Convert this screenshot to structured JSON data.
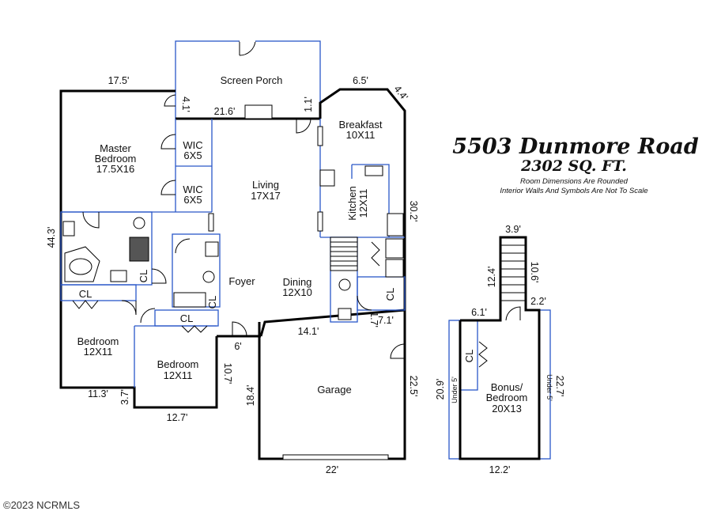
{
  "header": {
    "address": "5503 Dunmore Road",
    "sqft": "2302 SQ. FT.",
    "note_line1": "Room Dimensions Are Rounded",
    "note_line2": "Interior Walls And Symbols Are Not To Scale"
  },
  "rooms": {
    "screen_porch": "Screen Porch",
    "master_line1": "Master",
    "master_line2": "Bedroom",
    "master_size": "17.5X16",
    "wic": "WIC",
    "wic1_size": "6X5",
    "wic2_size": "6X5",
    "living": "Living",
    "living_size": "17X17",
    "breakfast": "Breakfast",
    "breakfast_size": "10X11",
    "kitchen": "Kitchen",
    "kitchen_size": "12X11",
    "foyer": "Foyer",
    "dining": "Dining",
    "dining_size": "12X10",
    "cl": "CL",
    "bedroom": "Bedroom",
    "bedroom1_size": "12X11",
    "bedroom2_size": "12X11",
    "garage": "Garage",
    "bonus_line1": "Bonus/",
    "bonus_line2": "Bedroom",
    "bonus_size": "20X13",
    "under5": "Under 5'"
  },
  "dimensions": {
    "d_17_5": "17.5'",
    "d_4_1": "4.1'",
    "d_21_6": "21.6'",
    "d_1_1": "1.1'",
    "d_6_5": "6.5'",
    "d_4_4": "4.4'",
    "d_30_2": "30.2'",
    "d_44_3": "44.3'",
    "d_1_7": "1.7'",
    "d_7_1": "7.1'",
    "d_14_1": "14.1'",
    "d_6": "6'",
    "d_10_7": "10.7'",
    "d_18_4": "18.4'",
    "d_22_5": "22.5'",
    "d_11_3": "11.3'",
    "d_3_7": "3.7'",
    "d_12_7": "12.7'",
    "d_22": "22'",
    "d_3_9": "3.9'",
    "d_12_4": "12.4'",
    "d_10_6": "10.6'",
    "d_6_1": "6.1'",
    "d_2_2": "2.2'",
    "d_20_9": "20.9'",
    "d_22_7": "22.7'",
    "d_12_2": "12.2'"
  },
  "footer": {
    "copyright": "©2023 NCRMLS"
  },
  "colors": {
    "exterior_wall": "#000000",
    "interior_wall": "#2a57c8"
  }
}
